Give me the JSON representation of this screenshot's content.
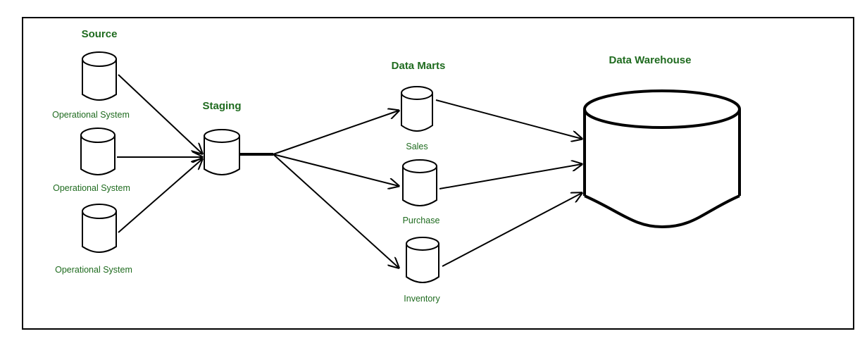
{
  "colors": {
    "title": "#1f6b1f",
    "label": "#1f6b1f",
    "stroke": "#000000",
    "background": "#ffffff"
  },
  "titles": {
    "source": "Source",
    "staging": "Staging",
    "data_marts": "Data Marts",
    "data_warehouse": "Data Warehouse"
  },
  "sources": [
    {
      "label": "Operational System"
    },
    {
      "label": "Operational System"
    },
    {
      "label": "Operational System"
    }
  ],
  "marts": [
    {
      "label": "Sales"
    },
    {
      "label": "Purchase"
    },
    {
      "label": "Inventory"
    }
  ]
}
